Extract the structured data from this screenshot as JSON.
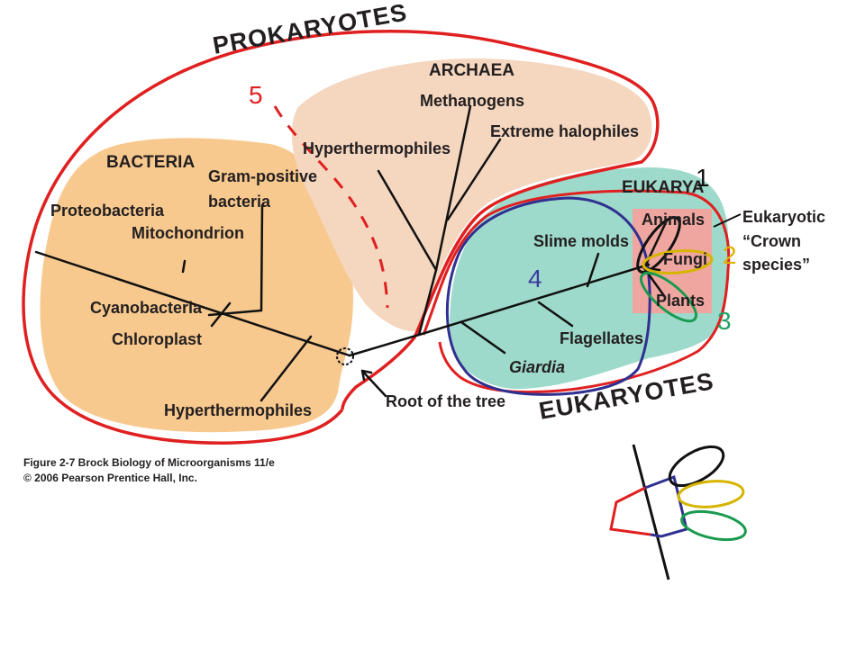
{
  "domains": {
    "prokaryotes": "PROKARYOTES",
    "archaea": "ARCHAEA",
    "bacteria": "BACTERIA",
    "eukarya": "EUKARYA",
    "eukaryotes": "EUKARYOTES"
  },
  "taxa": {
    "methanogens": "Methanogens",
    "extreme_halophiles": "Extreme halophiles",
    "hyperthermophiles_archaea": "Hyperthermophiles",
    "gram_positive_1": "Gram-positive",
    "gram_positive_2": "bacteria",
    "proteobacteria": "Proteobacteria",
    "mitochondrion": "Mitochondrion",
    "cyanobacteria": "Cyanobacteria",
    "chloroplast": "Chloroplast",
    "hyperthermophiles_bacteria": "Hyperthermophiles",
    "slime_molds": "Slime molds",
    "animals": "Animals",
    "fungi": "Fungi",
    "plants": "Plants",
    "flagellates": "Flagellates",
    "giardia": "Giardia"
  },
  "annotations": {
    "crown_1": "Eukaryotic",
    "crown_2": "“Crown",
    "crown_3": "species”",
    "root": "Root of the tree"
  },
  "caption": {
    "line1": "Figure 2-7  Brock Biology of Microorganisms 11/e",
    "line2": "© 2006 Pearson Prentice Hall, Inc."
  },
  "markers": {
    "m1": "1",
    "m2": "2",
    "m3": "3",
    "m4": "4",
    "m5": "5"
  },
  "colors": {
    "bacteria_fill": "#f8c98e",
    "archaea_fill": "#f5d6bf",
    "eukarya_fill": "#9edacb",
    "crown_box": "#f0a6a0",
    "red": "#e02020",
    "blue": "#303090",
    "black": "#111111",
    "yellow": "#d6b400",
    "green": "#1a9a50",
    "marker_red": "#e02020",
    "marker_yellow": "#e0b000",
    "marker_green": "#20a060",
    "marker_blue": "#3a3aa0"
  }
}
